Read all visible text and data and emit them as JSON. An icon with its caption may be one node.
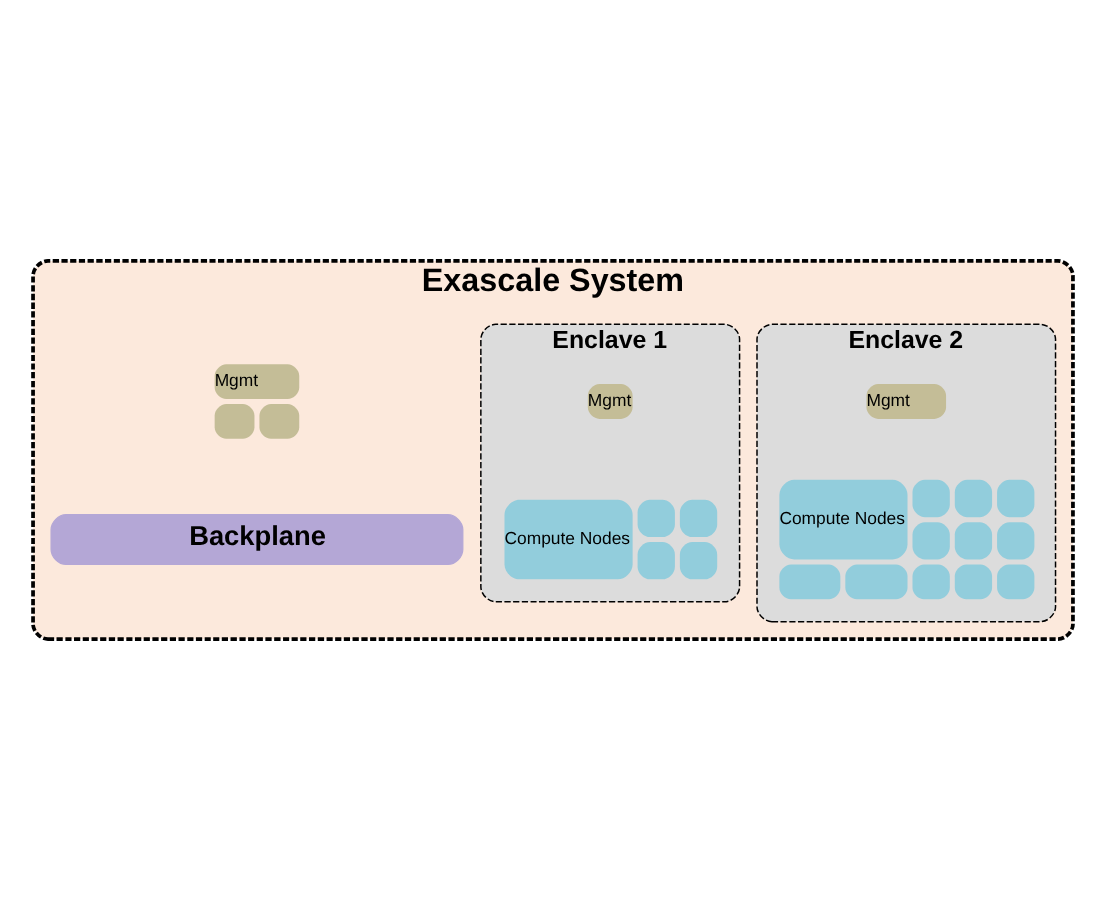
{
  "diagram": {
    "nodes": [
      {
        "text": [
          "Exascale System"
        ]
      },
      {
        "text": [
          "Mgmt"
        ],
        "in": 0
      },
      {
        "text": [
          "Enclave 2"
        ],
        "in": 0
      },
      {
        "text": [
          "Mgmt"
        ],
        "in": 2
      },
      {
        "text": [
          "Compute Nodes"
        ],
        "in": 2
      },
      {
        "text": [
          "Enclave 1"
        ],
        "in": 0
      },
      {
        "text": [
          "Mgmt"
        ],
        "in": 5
      },
      {
        "text": [
          "Compute Nodes"
        ],
        "in": 5
      },
      {
        "text": [
          "Backplane"
        ],
        "in": 0
      }
    ],
    "edges": []
  }
}
